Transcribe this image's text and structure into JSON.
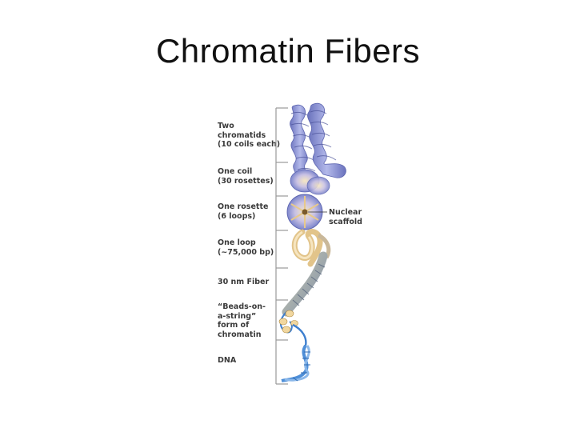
{
  "title": "Chromatin Fibers",
  "levels": [
    {
      "label": "Two\nchromatids\n(10 coils each)"
    },
    {
      "label": "One coil\n(30 rosettes)"
    },
    {
      "label": "One rosette\n(6 loops)"
    },
    {
      "label": "One loop\n(~75,000 bp)"
    },
    {
      "label": "30 nm Fiber"
    },
    {
      "label": "“Beads-on-\na-string”\nform of\nchromatin"
    },
    {
      "label": "DNA"
    }
  ],
  "scaffold_label": "Nuclear\nscaffold",
  "colors": {
    "coil": "#8f98d6",
    "coil_dark": "#5e66b0",
    "loop": "#f0d8a8",
    "fiber": "#9aa6b8",
    "dna": "#4f8fd8",
    "bracket": "#9a9a9a"
  }
}
